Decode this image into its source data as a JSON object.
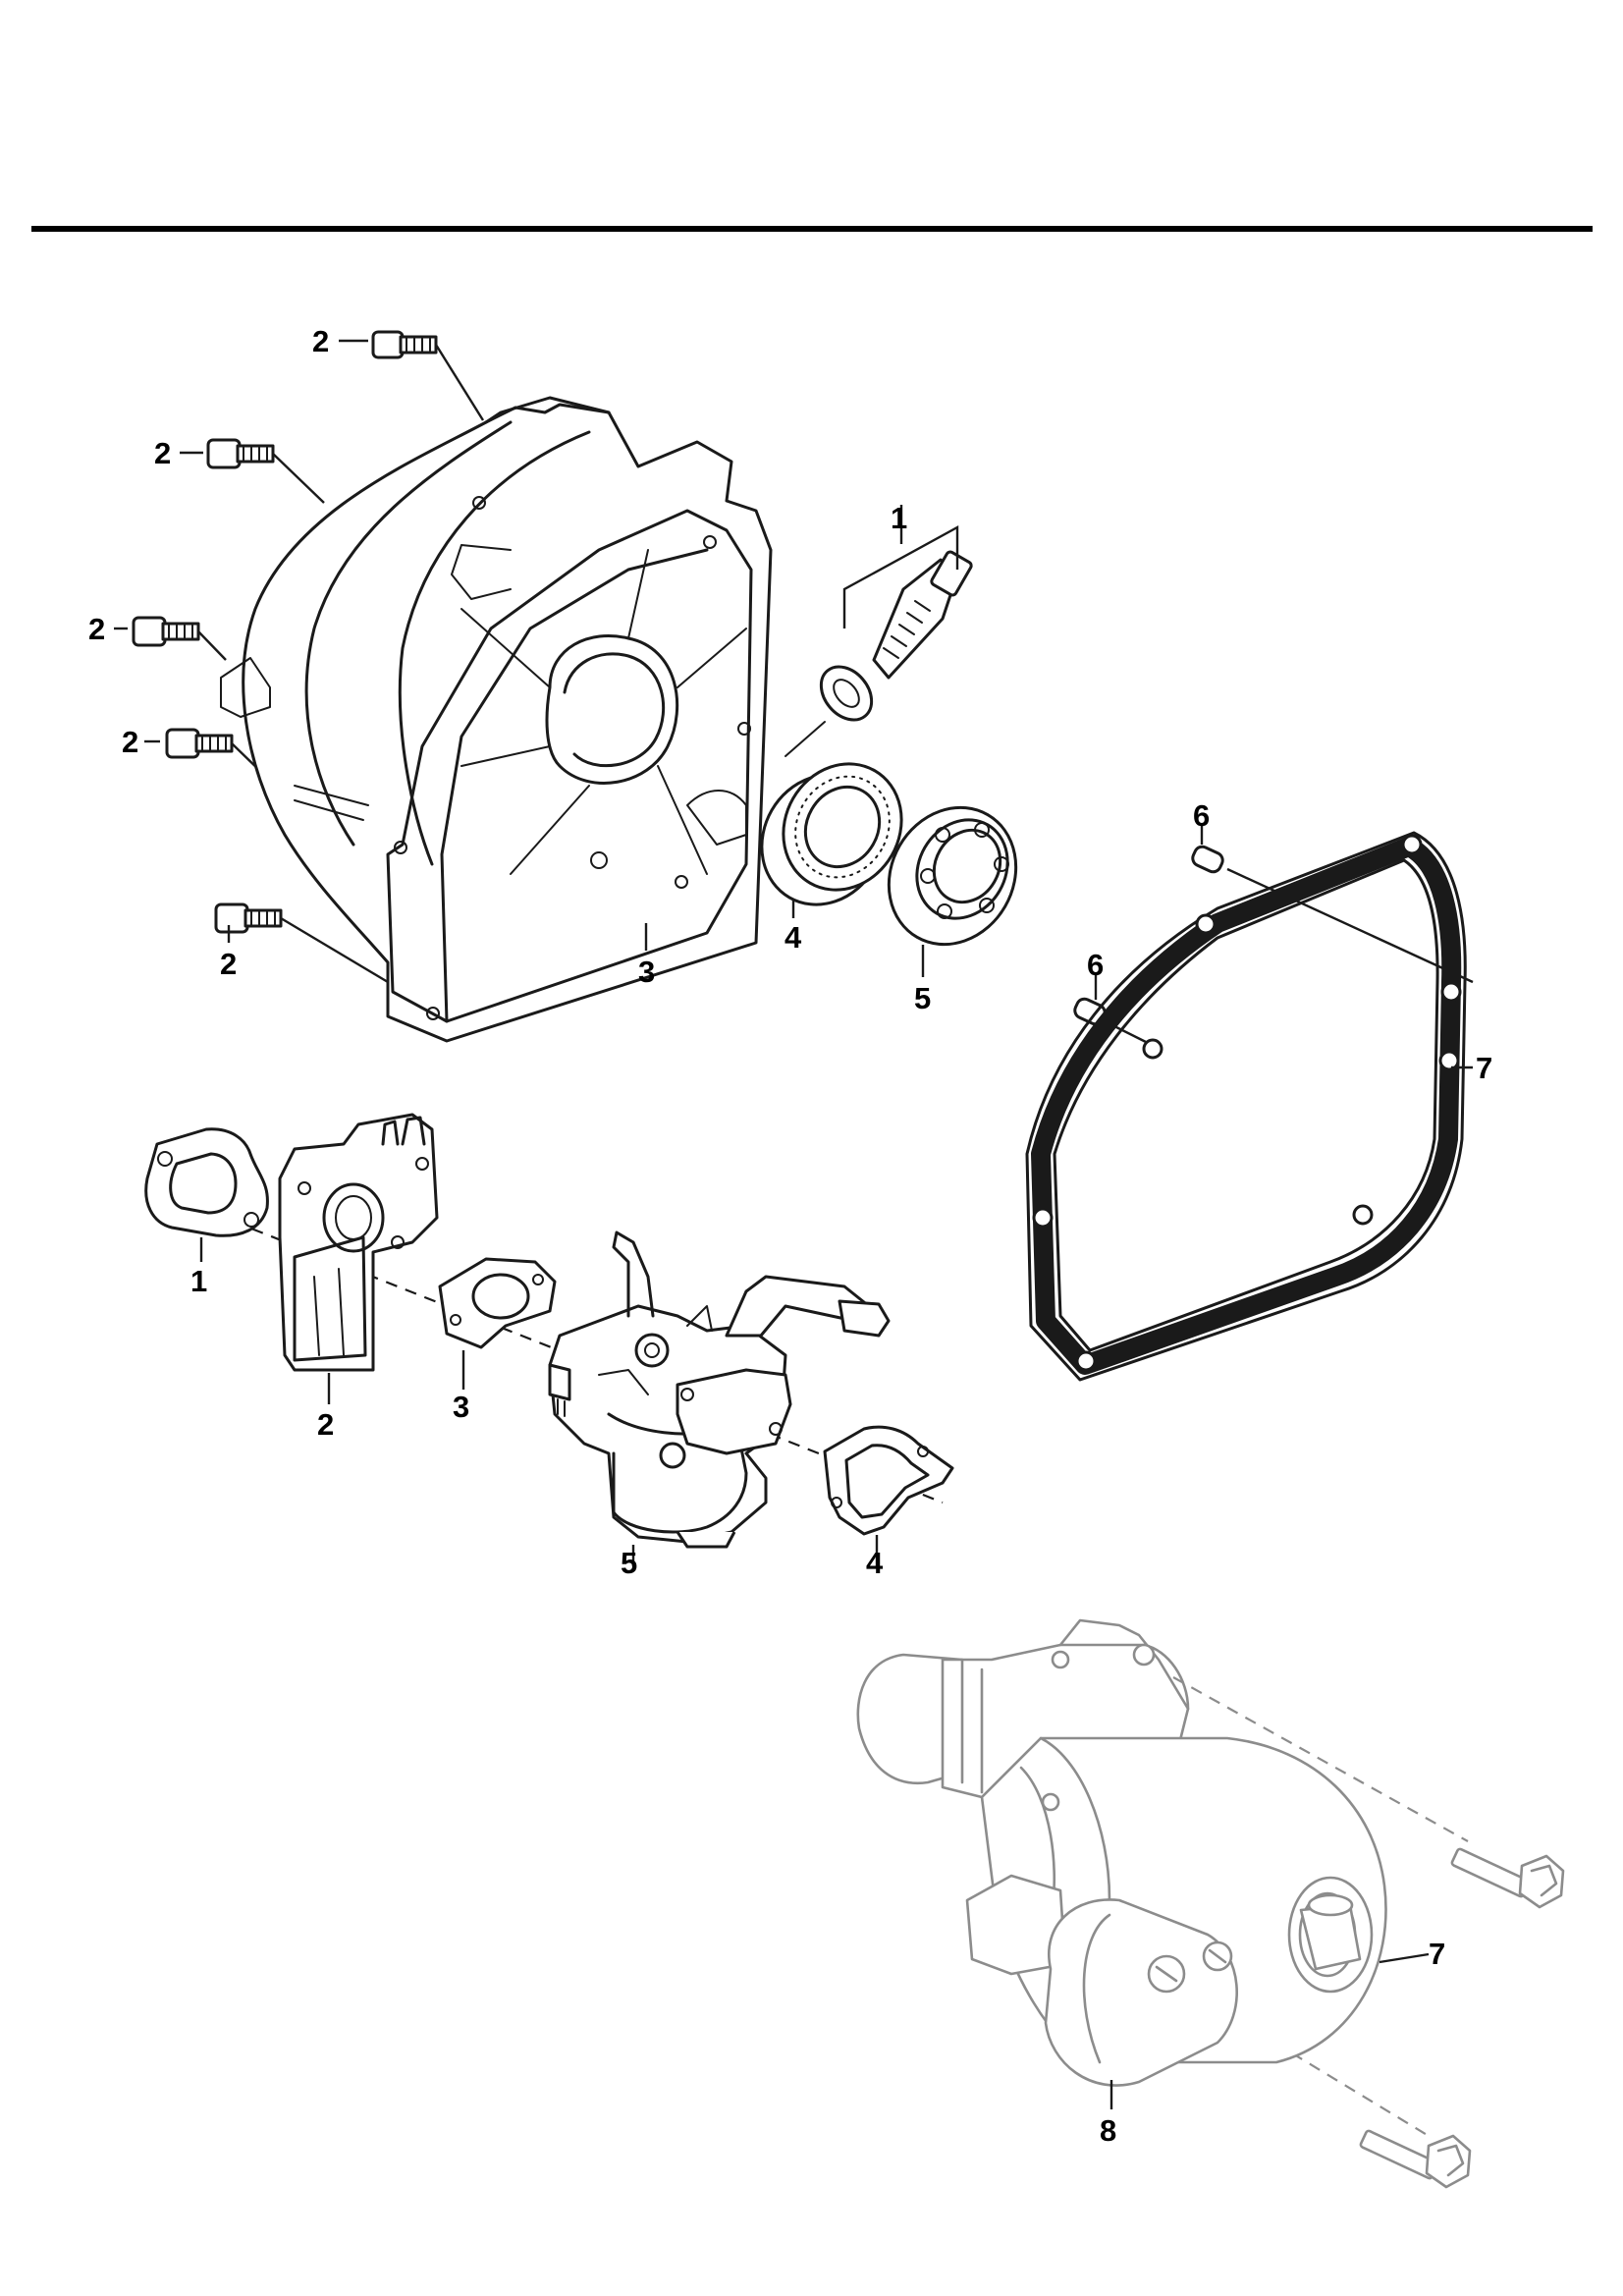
{
  "callouts": {
    "cover": {
      "bolt_a": "2",
      "bolt_b": "2",
      "bolt_c": "2",
      "bolt_d": "2",
      "bolt_e": "2",
      "drain_plug": "1",
      "crankcase_cover": "3",
      "oil_seal": "4",
      "bearing": "5",
      "dowel_top": "6",
      "dowel_mid": "6",
      "cover_gasket": "7"
    },
    "carburetor": {
      "insulator_gasket": "1",
      "bracket": "2",
      "carb_gasket": "3",
      "air_gasket": "4",
      "carburetor": "5"
    },
    "starter": {
      "starter_motor": "7",
      "solenoid": "8"
    }
  },
  "colors": {
    "ink": "#1a1a1a",
    "ghost": "#8c8c8c",
    "rule": "#000000",
    "paper": "#ffffff"
  }
}
